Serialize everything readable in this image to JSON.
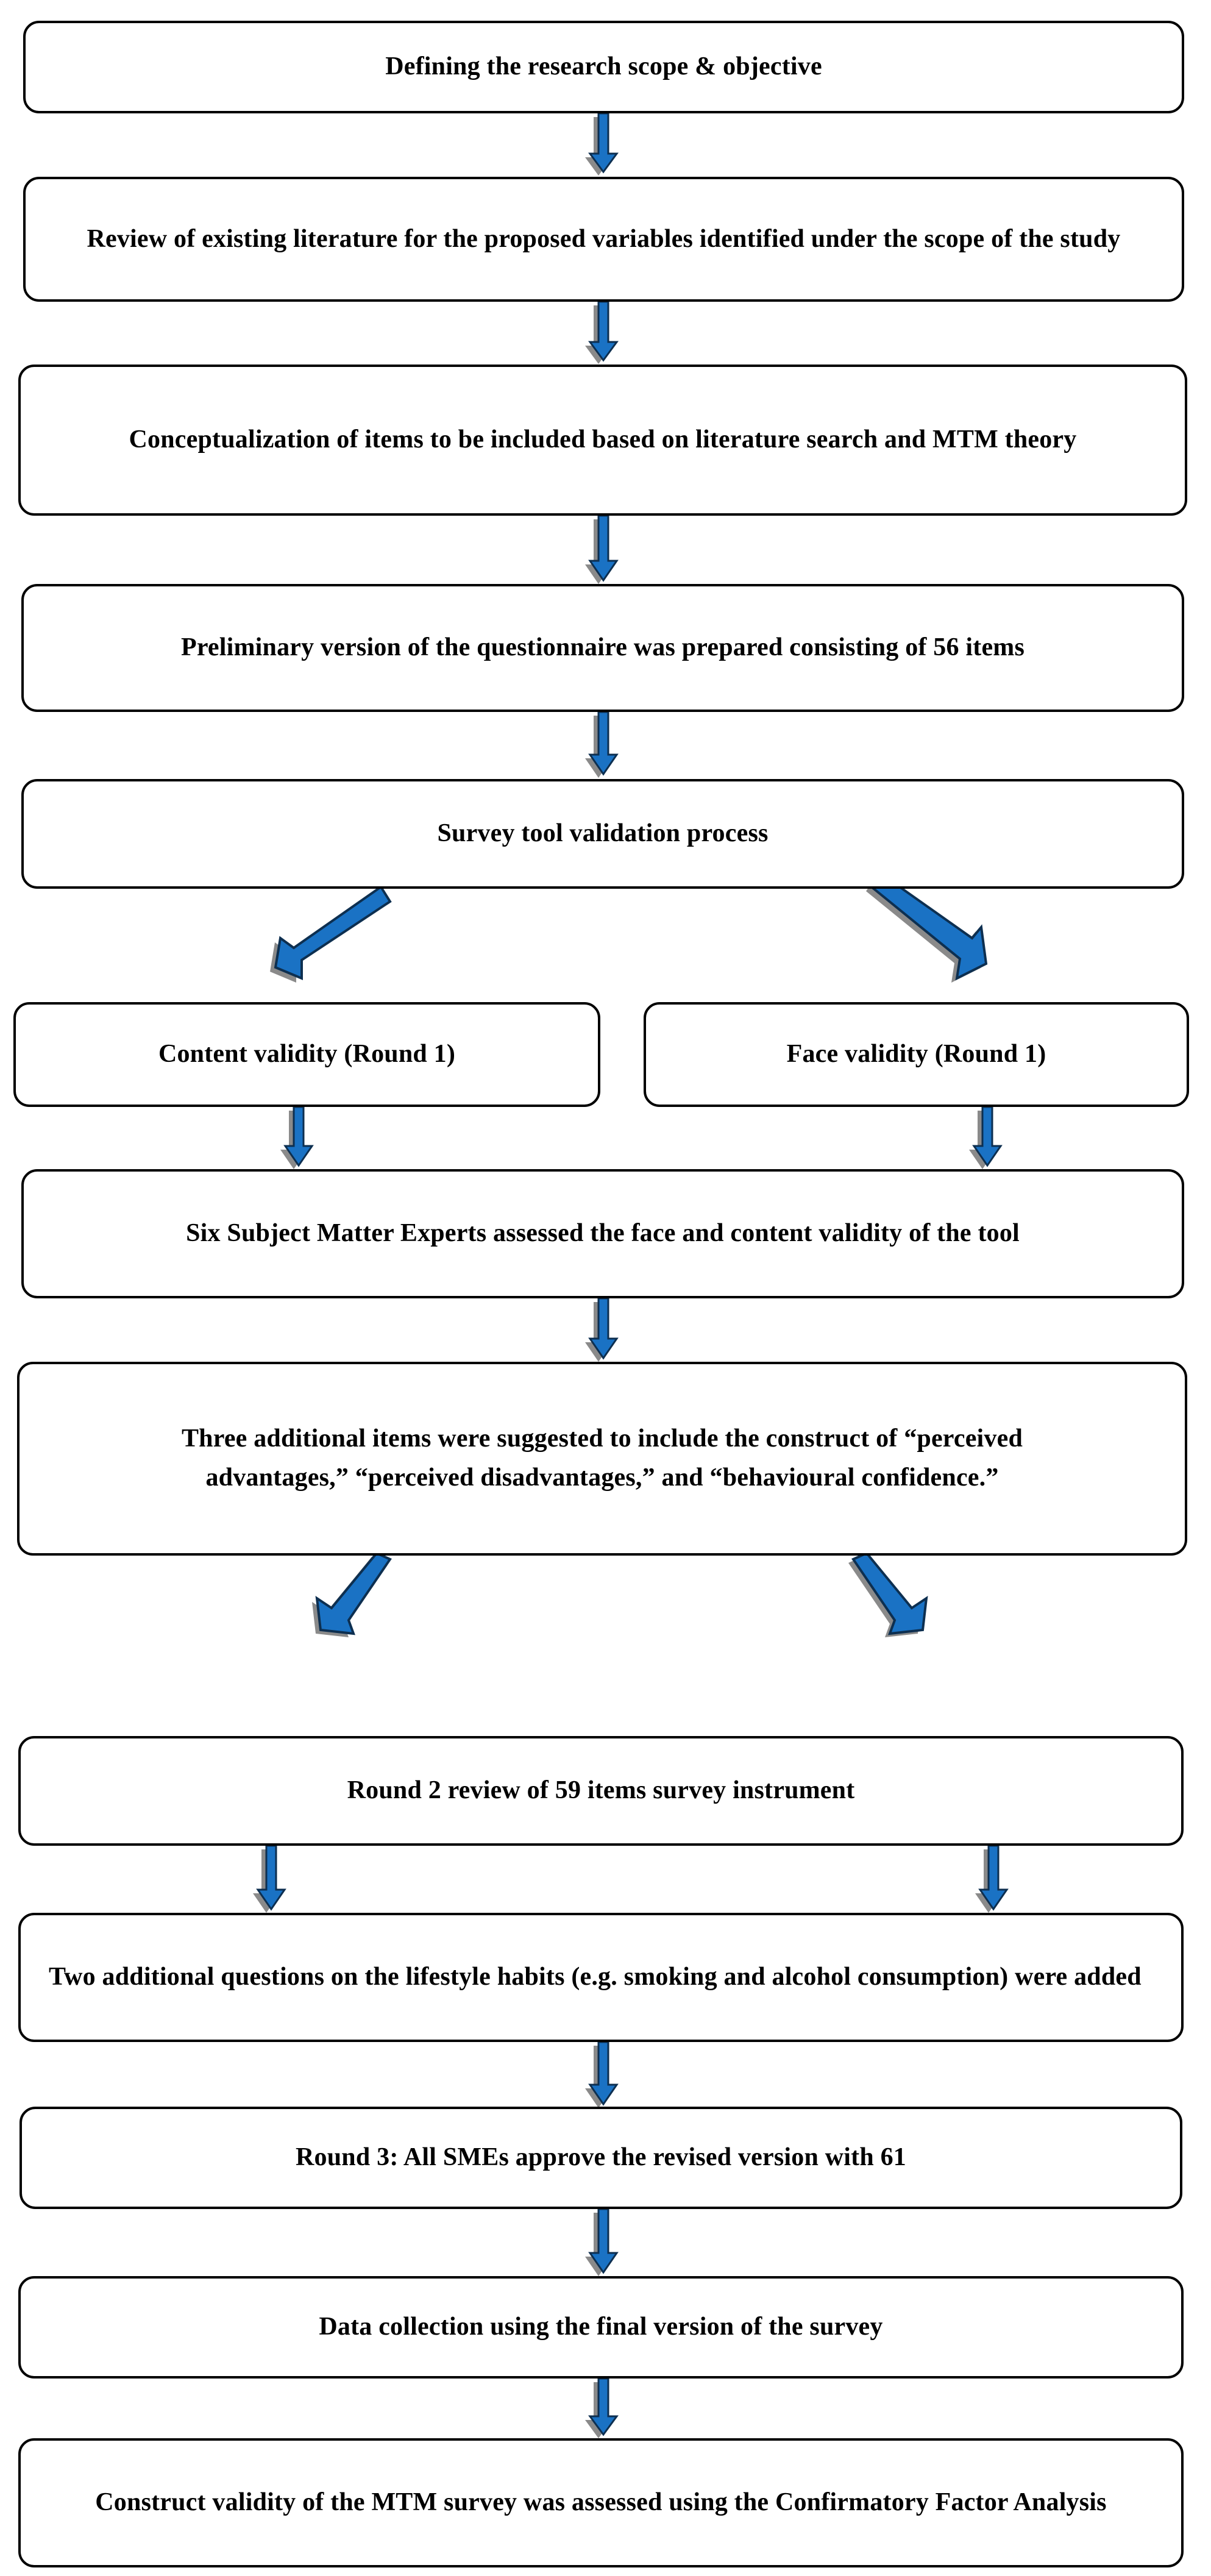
{
  "diagram": {
    "type": "flowchart",
    "orientation": "top-to-bottom",
    "accent_color": "#1a72c4",
    "arrow_shadow_color": "#808080",
    "box_border_color": "#000000",
    "box_fill_color": "#ffffff",
    "background_color": "#ffffff",
    "nodes": [
      {
        "id": "n1",
        "label": "Defining the research scope & objective"
      },
      {
        "id": "n2",
        "label": "Review of existing literature for the proposed variables identified under the scope of the study"
      },
      {
        "id": "n3",
        "label": "Conceptualization of items to be included based on literature search and MTM theory"
      },
      {
        "id": "n4",
        "label": "Preliminary version of the questionnaire was prepared consisting of 56 items"
      },
      {
        "id": "n5",
        "label": "Survey tool validation process"
      },
      {
        "id": "n6",
        "label": "Content validity (Round 1)"
      },
      {
        "id": "n7",
        "label": "Face validity (Round 1)"
      },
      {
        "id": "n8",
        "label": "Six Subject Matter Experts assessed the face and content validity of the tool"
      },
      {
        "id": "n9",
        "label": "Three additional items were suggested to include the construct of “perceived advantages,” “perceived disadvantages,” and “behavioural confidence.”"
      },
      {
        "id": "n10",
        "label": "Round 2 review of 59 items survey instrument"
      },
      {
        "id": "n11",
        "label": "Two additional questions on the lifestyle habits (e.g. smoking and alcohol consumption) were added"
      },
      {
        "id": "n12",
        "label": "Round 3: All SMEs approve the revised version with 61"
      },
      {
        "id": "n13",
        "label": "Data collection using the final version of the survey"
      },
      {
        "id": "n14",
        "label": "Construct validity of the MTM survey was assessed using the Confirmatory Factor Analysis"
      }
    ],
    "edges": [
      {
        "from": "n1",
        "to": "n2",
        "style": "vertical"
      },
      {
        "from": "n2",
        "to": "n3",
        "style": "vertical"
      },
      {
        "from": "n3",
        "to": "n4",
        "style": "vertical"
      },
      {
        "from": "n4",
        "to": "n5",
        "style": "vertical"
      },
      {
        "from": "n5",
        "to": "n6",
        "style": "diagonal-down-left"
      },
      {
        "from": "n5",
        "to": "n7",
        "style": "diagonal-down-left"
      },
      {
        "from": "n6",
        "to": "n8",
        "style": "vertical"
      },
      {
        "from": "n7",
        "to": "n8",
        "style": "vertical"
      },
      {
        "from": "n8",
        "to": "n9",
        "style": "vertical"
      },
      {
        "from": "n9",
        "to": "n10",
        "style": "diagonal-down-left"
      },
      {
        "from": "n9",
        "to": "n10",
        "style": "diagonal-down-left"
      },
      {
        "from": "n10",
        "to": "n11",
        "style": "vertical"
      },
      {
        "from": "n10",
        "to": "n11",
        "style": "vertical"
      },
      {
        "from": "n11",
        "to": "n12",
        "style": "vertical"
      },
      {
        "from": "n12",
        "to": "n13",
        "style": "vertical"
      },
      {
        "from": "n13",
        "to": "n14",
        "style": "vertical"
      }
    ]
  }
}
